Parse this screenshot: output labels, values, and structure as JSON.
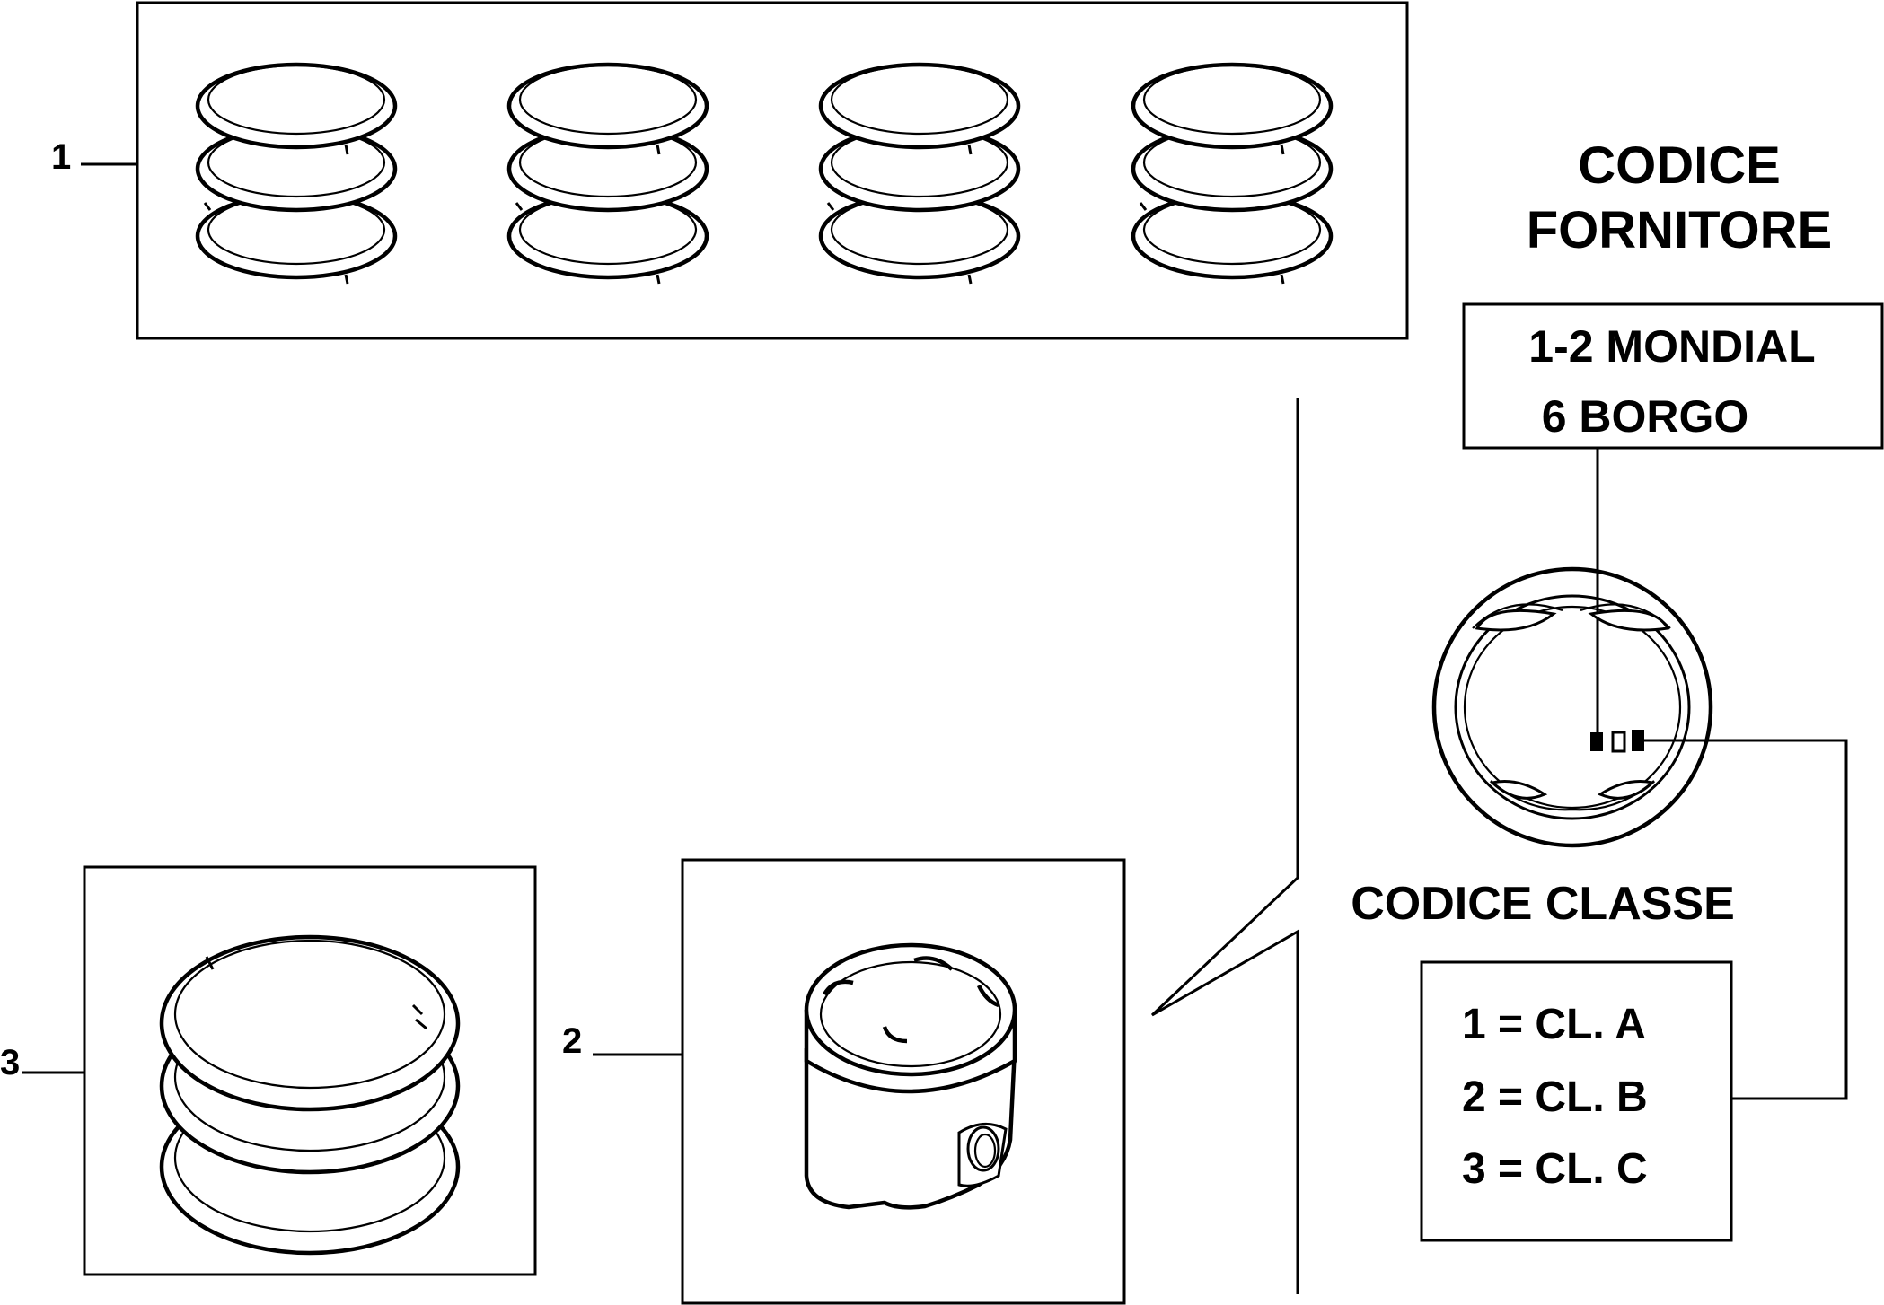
{
  "callouts": {
    "item1": "1",
    "item2": "2",
    "item3": "3"
  },
  "supplier": {
    "title_line1": "CODICE",
    "title_line2": "FORNITORE",
    "line1": "1-2  MONDIAL",
    "line2": "6 BORGO"
  },
  "class_code": {
    "title": "CODICE  CLASSE",
    "row1": "1 =  CL. A",
    "row2": "2 =  CL. B",
    "row3": "3 =  CL. C"
  }
}
